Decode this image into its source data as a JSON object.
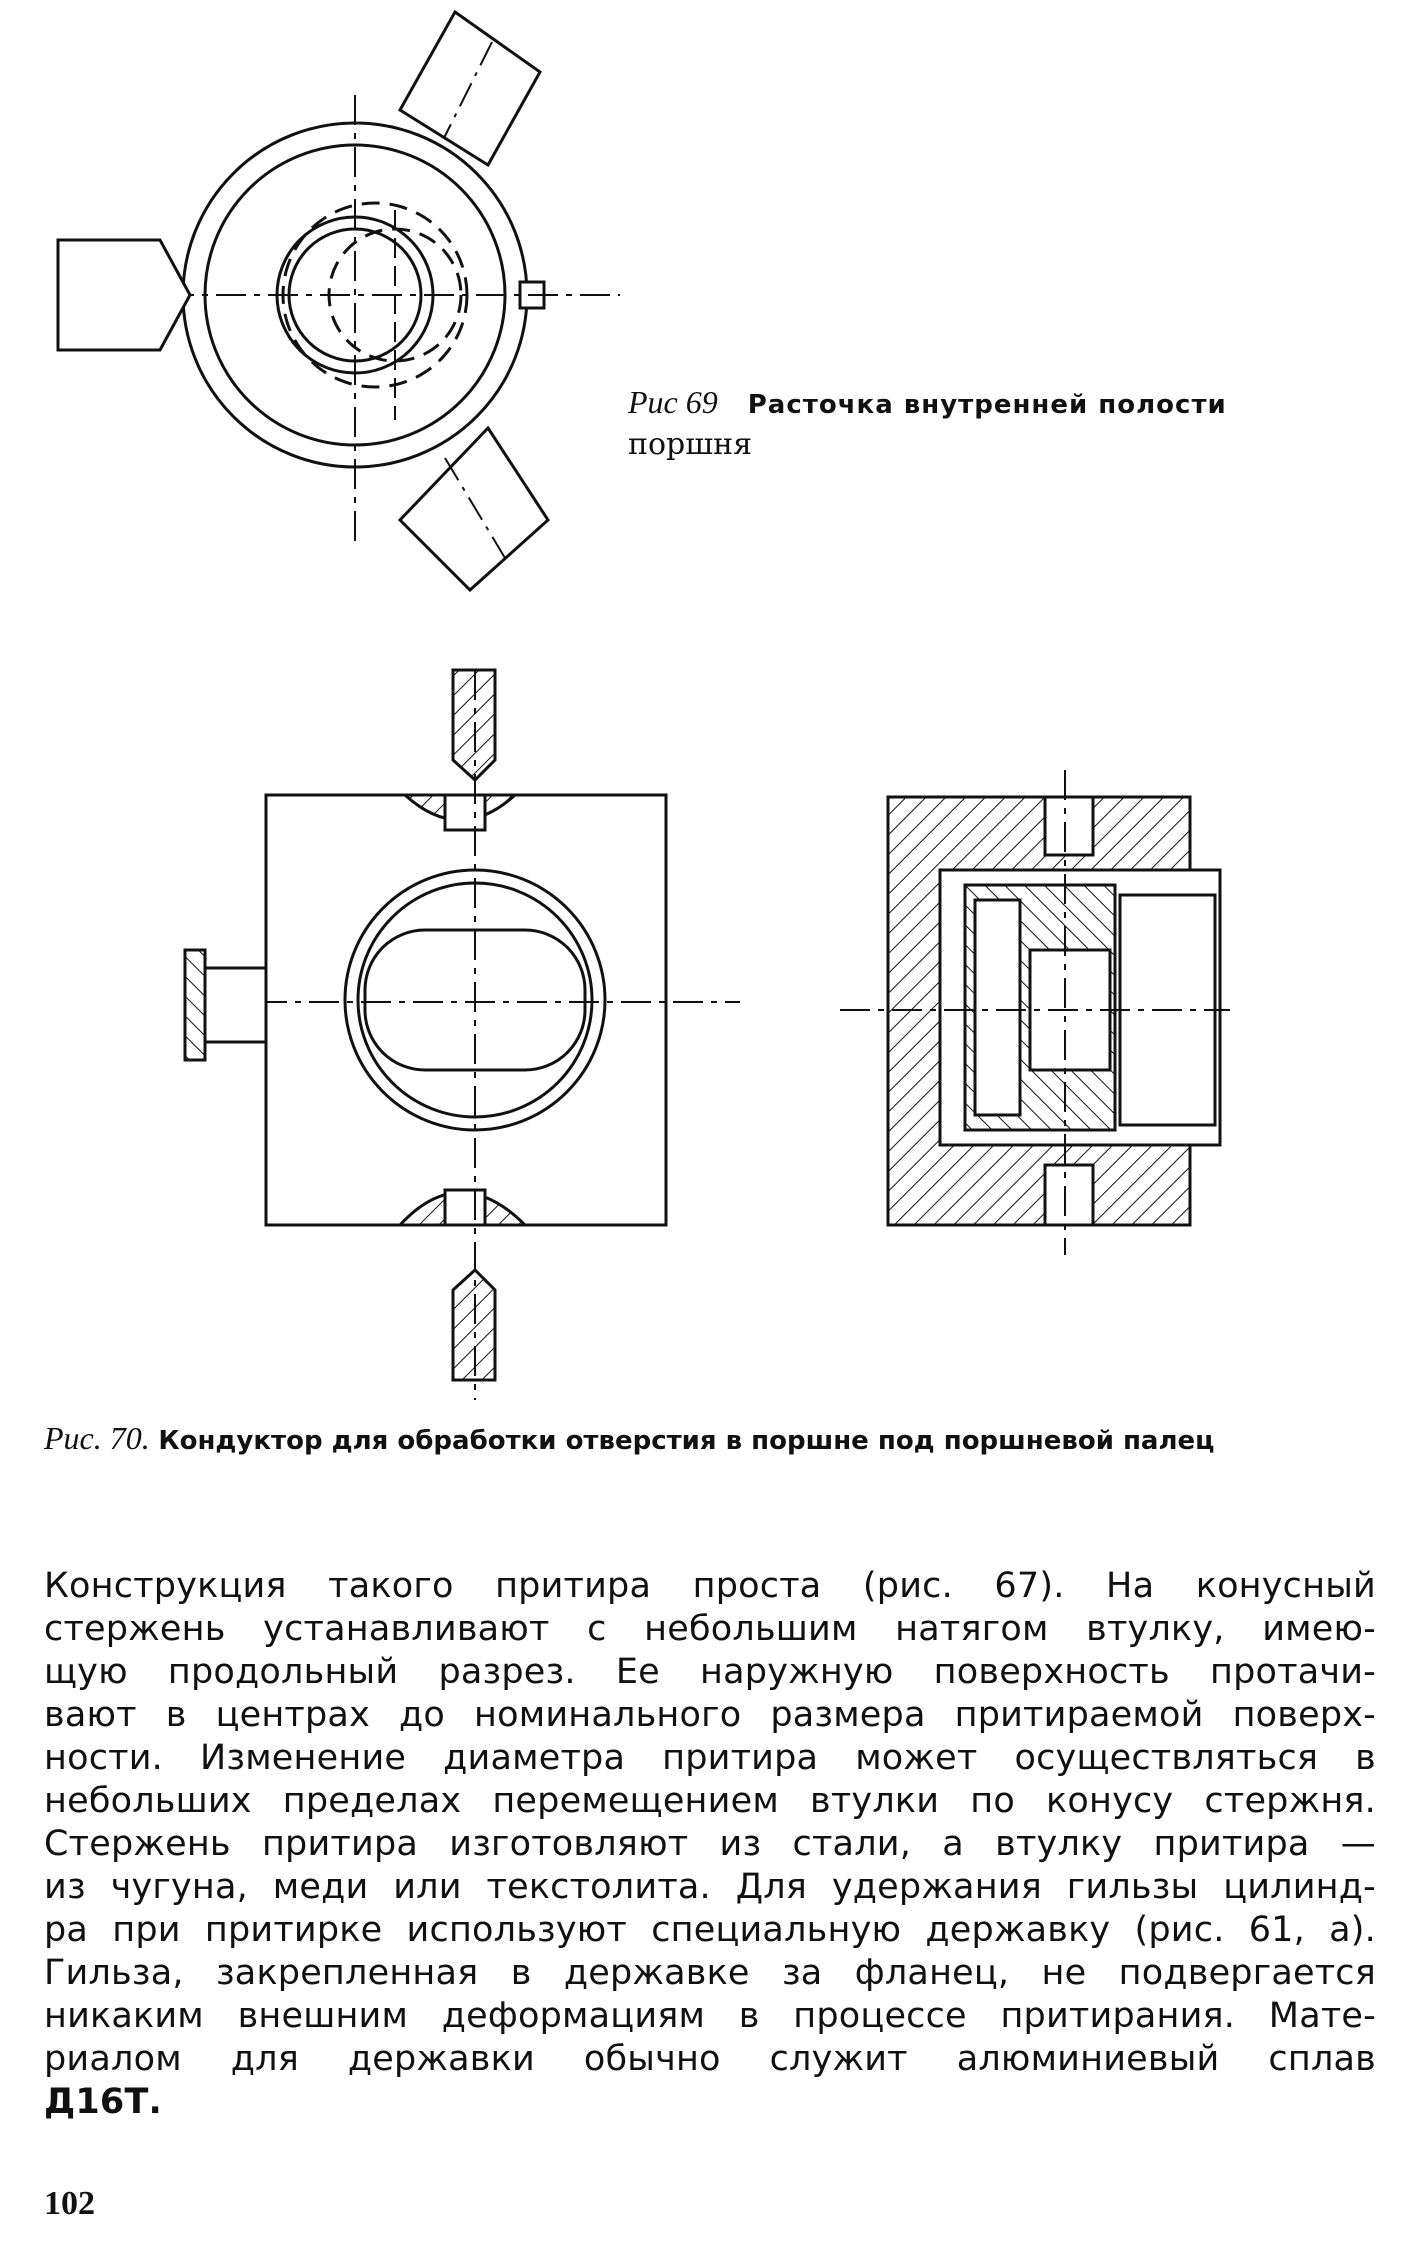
{
  "figure69": {
    "caption_prefix": "Рис 69",
    "caption_title": "Расточка внутренней полости",
    "caption_continuation": "поршня"
  },
  "figure70": {
    "caption_prefix": "Рис. 70.",
    "caption_title": "Кондуктор для обработки отверстия в поршне под поршневой палец"
  },
  "body_lines": [
    "Конструкция такого притира проста (рис. 67). На конусный",
    "стержень устанавливают с небольшим натягом втулку, имею-",
    "щую продольный разрез. Ее наружную поверхность протачи-",
    "вают в центрах до номинального размера притираемой поверх-",
    "ности. Изменение диаметра притира может осуществляться в",
    "небольших пределах перемещением втулки по конусу стержня.",
    "Стержень притира изготовляют из стали, а втулку притира —",
    "из чугуна, меди или текстолита. Для удержания гильзы цилинд-",
    "ра при притирке используют специальную державку (рис. 61, а).",
    "Гильза, закрепленная в державке за фланец, не подвергается",
    "никаким внешним деформациям в процессе притирания. Мате-",
    "риалом для державки обычно служит алюминиевый сплав",
    "Д16Т."
  ],
  "page_number": "102"
}
